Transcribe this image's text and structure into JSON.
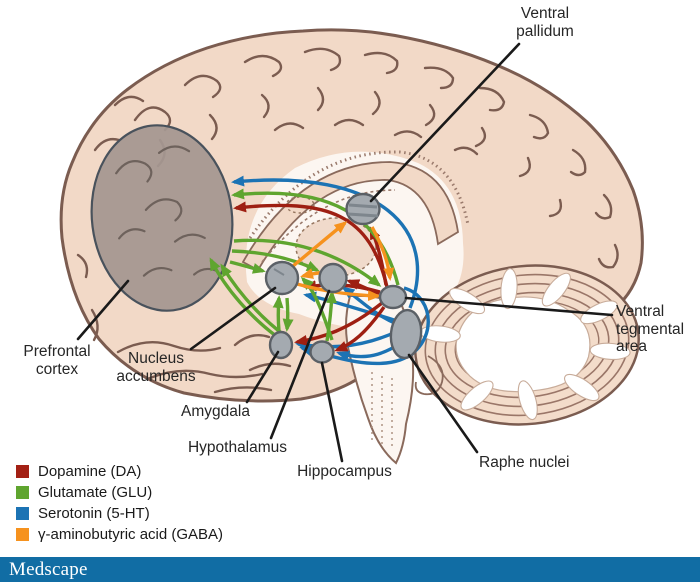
{
  "diagram": {
    "region_labels": {
      "ventral_pallidum": "Ventral pallidum",
      "prefrontal_cortex": "Prefrontal cortex",
      "nucleus_accumbens": "Nucleus accumbens",
      "amygdala": "Amygdala",
      "hypothalamus": "Hypothalamus",
      "hippocampus": "Hippocampus",
      "raphe_nuclei": "Raphe nuclei",
      "ventral_tegmental_area": "Ventral tegmental area"
    },
    "legend": {
      "items": [
        {
          "label": "Dopamine (DA)",
          "color": "#A32014"
        },
        {
          "label": "Glutamate (GLU)",
          "color": "#5FA52F"
        },
        {
          "label": "Serotonin (5-HT)",
          "color": "#1C73B4"
        },
        {
          "label": "γ-aminobutyric acid (GABA)",
          "color": "#F6921E"
        }
      ]
    },
    "branding": {
      "logo_text": "Medscape",
      "bar_color": "#116DA4"
    }
  }
}
